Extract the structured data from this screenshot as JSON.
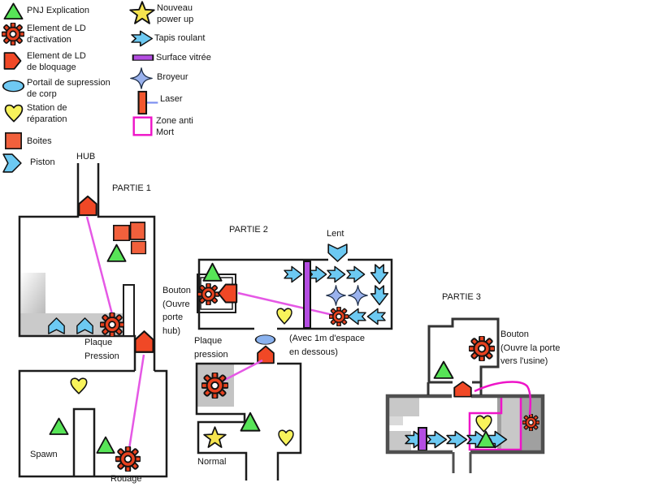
{
  "legend": {
    "col1": [
      {
        "icon": "pnj-triangle-icon",
        "label": "PNJ Explication"
      },
      {
        "icon": "activation-gear-icon",
        "label": "Element de LD\nd'activation"
      },
      {
        "icon": "blocking-element-icon",
        "label": "Element de LD\nde bloquage"
      },
      {
        "icon": "body-removal-portal-icon",
        "label": "Portail de supression\nde corp"
      },
      {
        "icon": "repair-station-icon",
        "label": "Station de\nréparation"
      },
      {
        "icon": "crate-icon",
        "label": "Boites"
      },
      {
        "icon": "piston-icon",
        "label": "Piston"
      }
    ],
    "col2": [
      {
        "icon": "powerup-star-icon",
        "label": "Nouveau\npower up"
      },
      {
        "icon": "conveyor-arrow-icon",
        "label": "Tapis roulant"
      },
      {
        "icon": "glass-surface-icon",
        "label": "Surface vitrée"
      },
      {
        "icon": "grinder-icon",
        "label": "Broyeur"
      },
      {
        "icon": "laser-icon",
        "label": "Laser"
      },
      {
        "icon": "anti-death-zone-icon",
        "label": "Zone anti\nMort"
      }
    ]
  },
  "map": {
    "labels": {
      "hub": "HUB",
      "partie1": "PARTIE 1",
      "partie2": "PARTIE 2",
      "partie3": "PARTIE 3",
      "lent": "Lent",
      "bouton_hub": "Bouton\n(Ouvre\nporte\nhub)",
      "plaque_pression_1": "Plaque\nPression",
      "plaque_pression_2": "Plaque\npression",
      "avec_espace": "(Avec 1m d'espace\nen dessous)",
      "spawn": "Spawn",
      "rouage": "Rouage",
      "normal": "Normal",
      "bouton_usine": "Bouton\n(Ouvre la porte\nvers l'usine)"
    },
    "colors": {
      "triangle_green": "#57e457",
      "gear_red": "#e8421f",
      "door_red": "#f04826",
      "crate_red": "#f2603c",
      "piston_blue": "#6cc9f2",
      "portal_blue": "#8ab2ee",
      "glass_purple": "#b44de2",
      "grinder_blue": "#9ab2ee",
      "heart_yellow": "#f8f35b",
      "star_yellow": "#f6e44e",
      "magenta_link": "#e558e5",
      "magenta_zone": "#ee14c8",
      "wall_dark": "#1c1c1c",
      "wall_gray": "#4f4f4f"
    },
    "rooms": [
      {
        "name": "HUB",
        "items": [
          "blocking-element"
        ]
      },
      {
        "name": "PARTIE 1",
        "items": [
          "crates x3",
          "pnj-triangle",
          "gear on pressure plate",
          "pistons x2",
          "blocking-element"
        ]
      },
      {
        "name": "Spawn",
        "items": [
          "repair-station",
          "pnj-triangle x2",
          "gear (Rouage)"
        ]
      },
      {
        "name": "PARTIE 2",
        "items": [
          "pnj-triangle",
          "gear button",
          "blocking-element",
          "conveyors",
          "grinders x2",
          "glass surface",
          "slow piston",
          "repair-station x2",
          "portal",
          "power-up star",
          "gear on pressure plate"
        ]
      },
      {
        "name": "PARTIE 3",
        "items": [
          "gear button",
          "pnj-triangle x2",
          "blocking-element",
          "conveyor",
          "glass surface",
          "anti-death zone",
          "repair-station",
          "gear"
        ]
      }
    ]
  }
}
